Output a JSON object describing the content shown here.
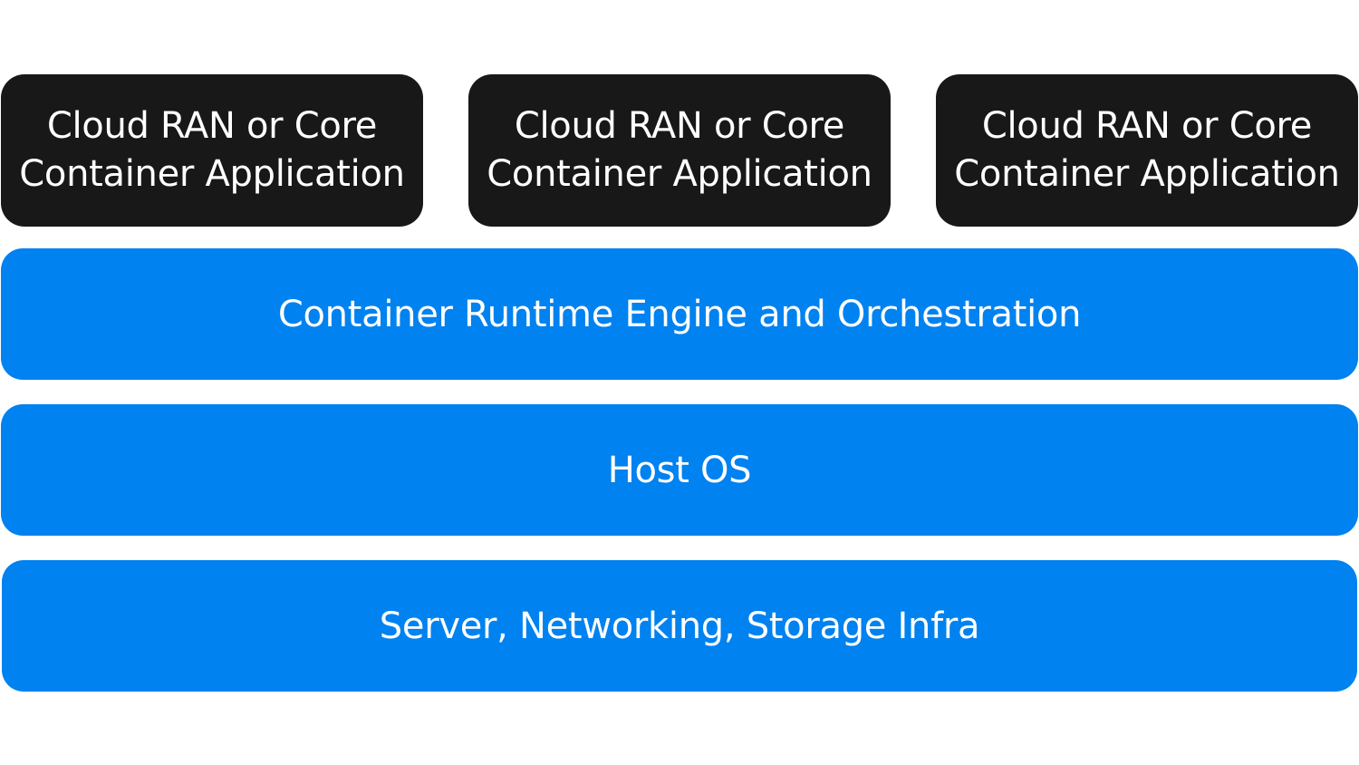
{
  "colors": {
    "background": "#ffffff",
    "application": "#181818",
    "platform_layer": "#0082f0",
    "text": "#ffffff"
  },
  "applications": [
    {
      "line1": "Cloud RAN or Core",
      "line2": "Container Application"
    },
    {
      "line1": "Cloud RAN or Core",
      "line2": "Container Application"
    },
    {
      "line1": "Cloud RAN or Core",
      "line2": "Container Application"
    }
  ],
  "layers": [
    {
      "label": "Container Runtime Engine and Orchestration"
    },
    {
      "label": "Host OS"
    },
    {
      "label": "Server, Networking, Storage Infra"
    }
  ]
}
